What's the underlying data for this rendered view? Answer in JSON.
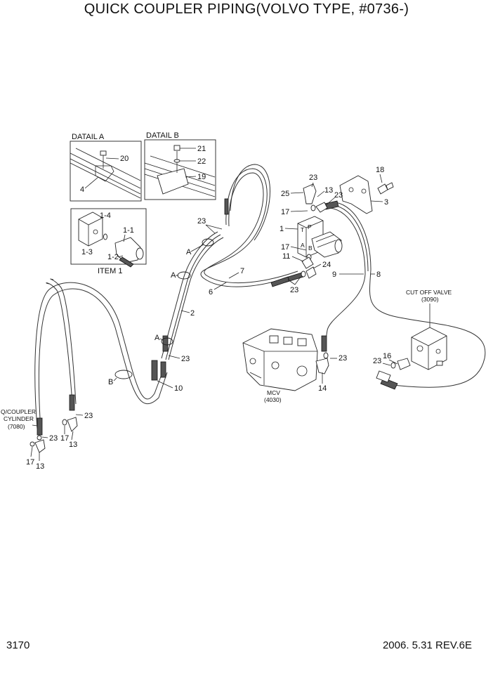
{
  "header": {
    "title": "QUICK COUPLER PIPING(VOLVO TYPE, #0736-)"
  },
  "footer": {
    "page_number": "3170",
    "revision": "2006. 5.31  REV.6E"
  },
  "details": {
    "detail_a": "DATAIL A",
    "detail_b": "DATAIL B",
    "item_1": "ITEM 1"
  },
  "components": {
    "cut_off_valve": "CUT OFF VALVE",
    "cut_off_valve_ref": "(3090)",
    "mcv": "MCV",
    "mcv_ref": "(4030)",
    "qcoupler_1": "Q/COUPLER",
    "qcoupler_2": "CYLINDER",
    "qcoupler_ref": "(7080)",
    "port_p": "P",
    "port_t": "T",
    "port_a": "A",
    "port_b": "B"
  },
  "callouts": {
    "c20": "20",
    "c4": "4",
    "c21": "21",
    "c22": "22",
    "c19": "19",
    "c1_4": "1-4",
    "c1_1": "1-1",
    "c1_3": "1-3",
    "c1_2": "1-2",
    "c23_a": "23",
    "c18": "18",
    "c25": "25",
    "c13_a": "13",
    "c23_b": "23",
    "c3": "3",
    "c17_a": "17",
    "c1": "1",
    "c17_b": "17",
    "c11": "11",
    "c24": "24",
    "c23_c": "23",
    "c7": "7",
    "c6": "6",
    "c9": "9",
    "c8": "8",
    "c23_d": "23",
    "c2": "2",
    "c23_e": "23",
    "c10": "10",
    "c23_f": "23",
    "c16": "16",
    "c23_g": "23",
    "c14": "14",
    "c23_h": "23",
    "c23_i": "23",
    "c17_c": "17",
    "c13_b": "13",
    "c17_d": "17",
    "c13_c": "13",
    "ref_a1": "A",
    "ref_a2": "A",
    "ref_a3": "A",
    "ref_b": "B"
  }
}
